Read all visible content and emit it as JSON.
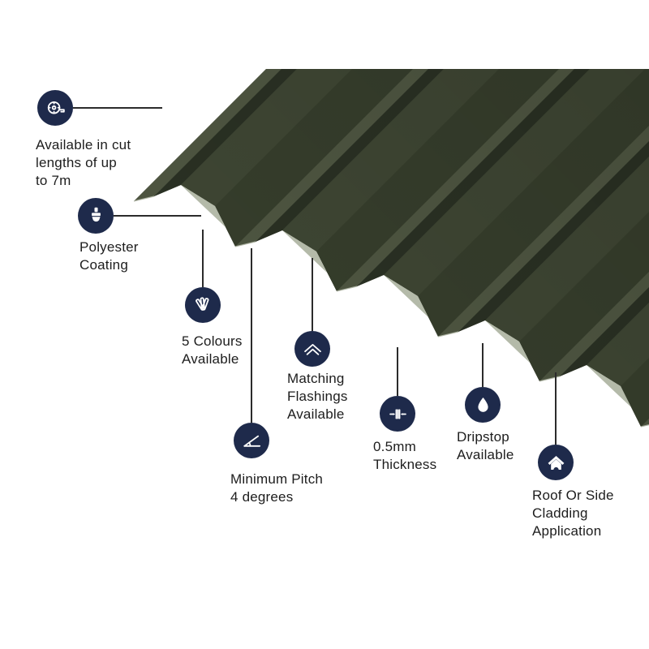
{
  "colors": {
    "background": "#ffffff",
    "badge_navy": "#1e2a4b",
    "label_text": "#1d1d1d",
    "leader_line": "#2b2b2b",
    "sheet_crest": "#545c46",
    "sheet_pan": "#434b37",
    "sheet_flank_mid": "#3a422f",
    "sheet_flank_dark": "#2d3426",
    "sheet_cut_edge": "#b4baa9"
  },
  "callouts": [
    {
      "icon": "tape-measure-icon",
      "label": "Available in cut\nlengths of up\nto 7m"
    },
    {
      "icon": "paint-brush-icon",
      "label": "Polyester\nCoating"
    },
    {
      "icon": "colour-swatch-icon",
      "label": "5 Colours\nAvailable"
    },
    {
      "icon": "flashing-icon",
      "label": "Matching\nFlashings\nAvailable"
    },
    {
      "icon": "pitch-angle-icon",
      "label": "Minimum Pitch\n4 degrees"
    },
    {
      "icon": "thickness-gauge-icon",
      "label": "0.5mm\nThickness"
    },
    {
      "icon": "water-drop-icon",
      "label": "Dripstop\nAvailable"
    },
    {
      "icon": "house-icon",
      "label": "Roof Or Side\nCladding\nApplication"
    }
  ]
}
